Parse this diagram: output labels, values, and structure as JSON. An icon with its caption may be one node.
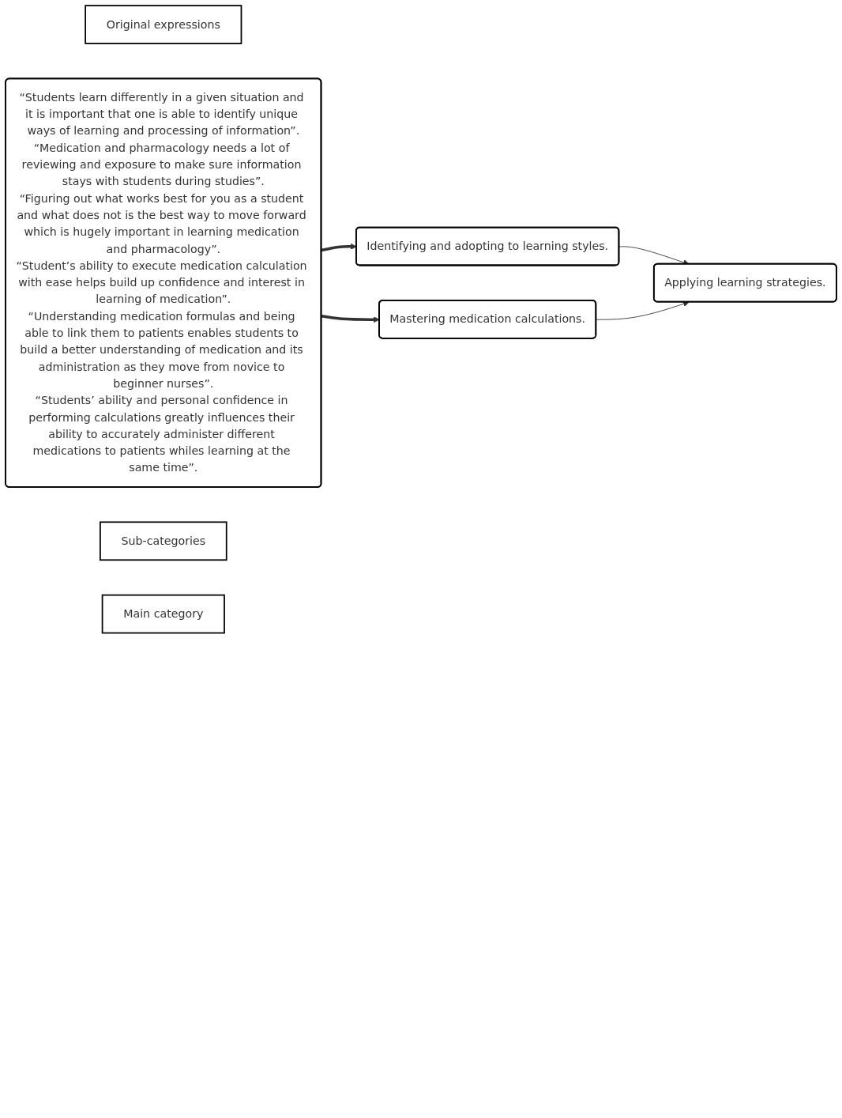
{
  "diagram": {
    "nodes": [
      {
        "text": [
          "Original expressions"
        ]
      },
      {
        "text": [
          "“Students learn differently in a given situation and it is important that one is able to identify unique ways of learning and processing of information”.",
          "“Medication and pharmacology needs a lot of reviewing and exposure to make sure information stays with students during studies”.",
          "“Figuring out what works best for you as a student and what does not is the best way to move forward which is hugely important in learning medication and pharmacology”.",
          "“Student’s ability to execute medication calculation with ease helps build up confidence and interest in learning of medication”.",
          "“Understanding medication formulas and being able to link them to patients enables students to build a better understanding of medication and its administration as they move from novice to beginner nurses”.",
          "“Students’ ability and personal confidence in performing calculations greatly influences their ability to accurately administer different medications to patients whiles learning at the same time”."
        ]
      },
      {
        "text": [
          "Sub-categories"
        ]
      },
      {
        "text": [
          "Identifying and adopting to learning styles."
        ]
      },
      {
        "text": [
          "Main category"
        ]
      },
      {
        "text": [
          "Applying learning strategies."
        ]
      },
      {
        "text": [
          "Mastering medication calculations."
        ]
      }
    ],
    "edges": [
      {
        "from": 1,
        "to": 3,
        "arrow": "to",
        "style": "thick"
      },
      {
        "from": 1,
        "to": 6,
        "arrow": "to",
        "style": "thick"
      },
      {
        "from": 3,
        "to": 5,
        "arrow": "to"
      },
      {
        "from": 6,
        "to": 5,
        "arrow": "to"
      }
    ]
  }
}
